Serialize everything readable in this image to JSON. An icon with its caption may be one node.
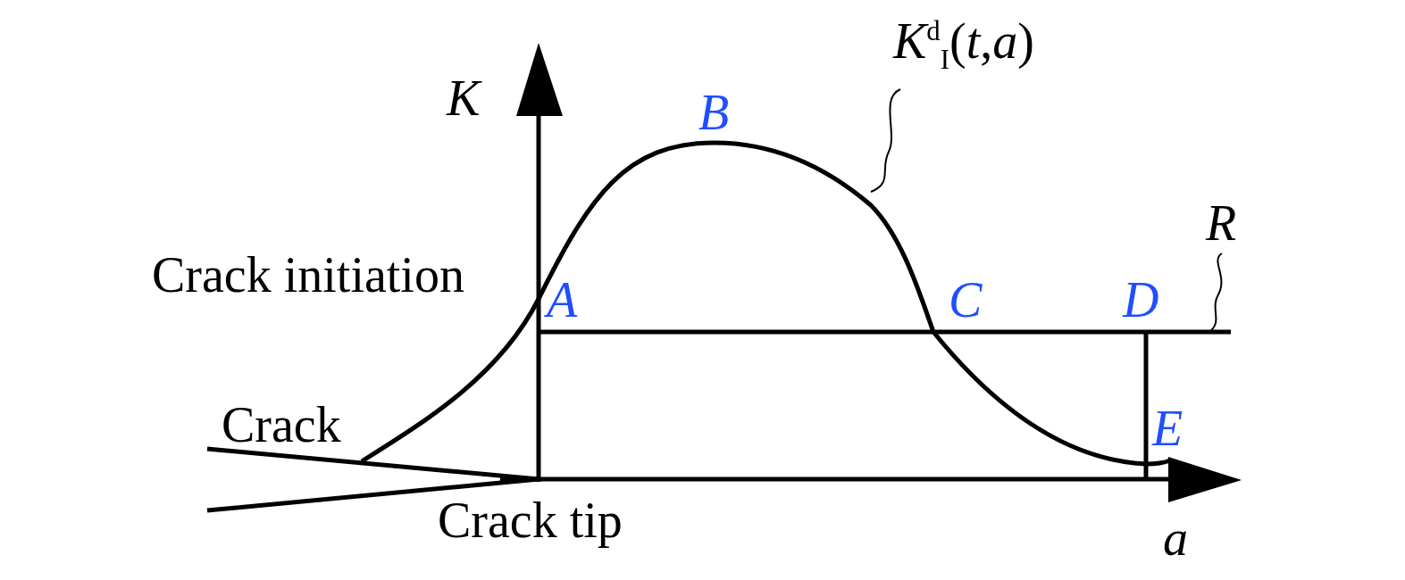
{
  "diagram": {
    "nodes": [
      {
        "text": [
          "*K*$^{d}$$_{I}$(*t*,*a*)"
        ]
      },
      {
        "text": [
          "R"
        ]
      }
    ],
    "edges": [
      {
        "from": 0,
        "to": null,
        "arrow": "none"
      },
      {
        "from": 1,
        "to": null,
        "arrow": "none"
      }
    ],
    "labels": [
      "K",
      "Crack initiation",
      "A",
      "B",
      "C",
      "D",
      "Crack",
      "E",
      "Crack tip",
      "a"
    ]
  }
}
